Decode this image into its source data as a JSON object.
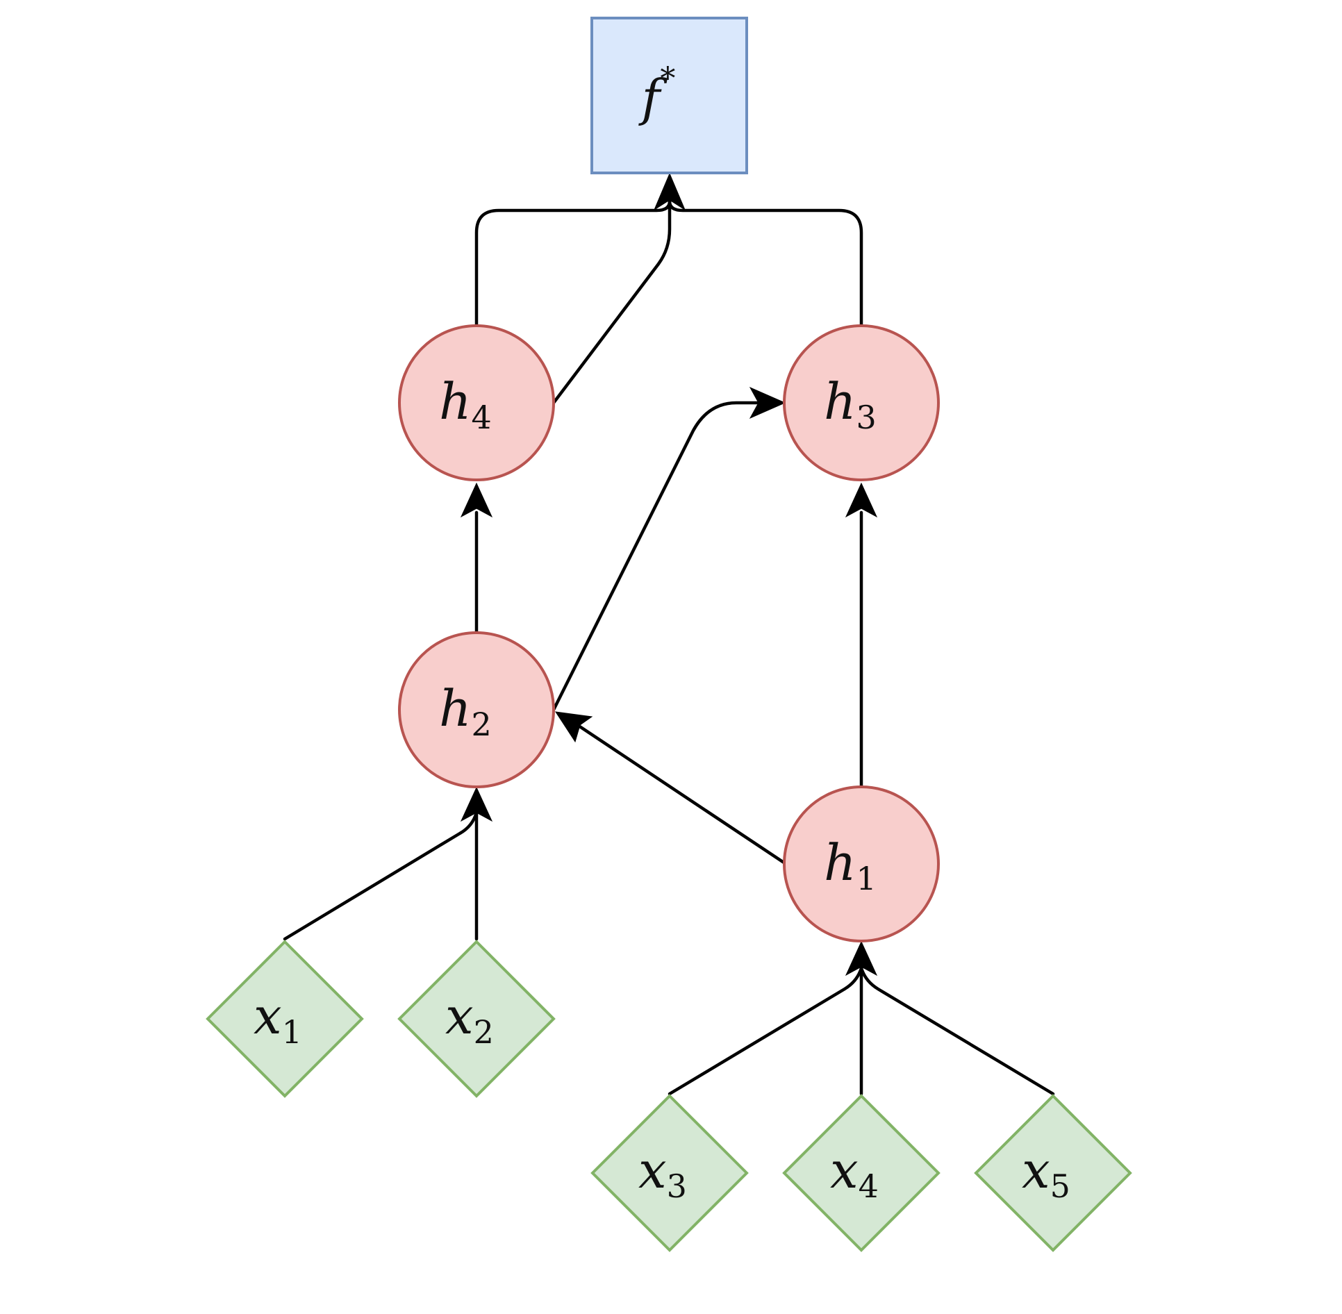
{
  "output_node": {
    "base": "f",
    "sup": "*",
    "fill": "#dae8fc",
    "stroke": "#6c8ebf"
  },
  "hidden_nodes": [
    {
      "id": "h1",
      "base": "h",
      "sub": "1"
    },
    {
      "id": "h2",
      "base": "h",
      "sub": "2"
    },
    {
      "id": "h3",
      "base": "h",
      "sub": "3"
    },
    {
      "id": "h4",
      "base": "h",
      "sub": "4"
    }
  ],
  "input_nodes": [
    {
      "id": "x1",
      "base": "x",
      "sub": "1"
    },
    {
      "id": "x2",
      "base": "x",
      "sub": "2"
    },
    {
      "id": "x3",
      "base": "x",
      "sub": "3"
    },
    {
      "id": "x4",
      "base": "x",
      "sub": "4"
    },
    {
      "id": "x5",
      "base": "x",
      "sub": "5"
    }
  ],
  "edges": [
    {
      "from": "x1",
      "to": "h2"
    },
    {
      "from": "x2",
      "to": "h2"
    },
    {
      "from": "x3",
      "to": "h1"
    },
    {
      "from": "x4",
      "to": "h1"
    },
    {
      "from": "x5",
      "to": "h1"
    },
    {
      "from": "h1",
      "to": "h2"
    },
    {
      "from": "h1",
      "to": "h3"
    },
    {
      "from": "h2",
      "to": "h4"
    },
    {
      "from": "h2",
      "to": "h3"
    },
    {
      "from": "h4",
      "to": "f*"
    },
    {
      "from": "h3",
      "to": "f*"
    }
  ],
  "colors": {
    "hidden_fill": "#f8cecc",
    "hidden_stroke": "#b85450",
    "input_fill": "#d5e8d4",
    "input_stroke": "#82b366",
    "edge": "#000000"
  }
}
